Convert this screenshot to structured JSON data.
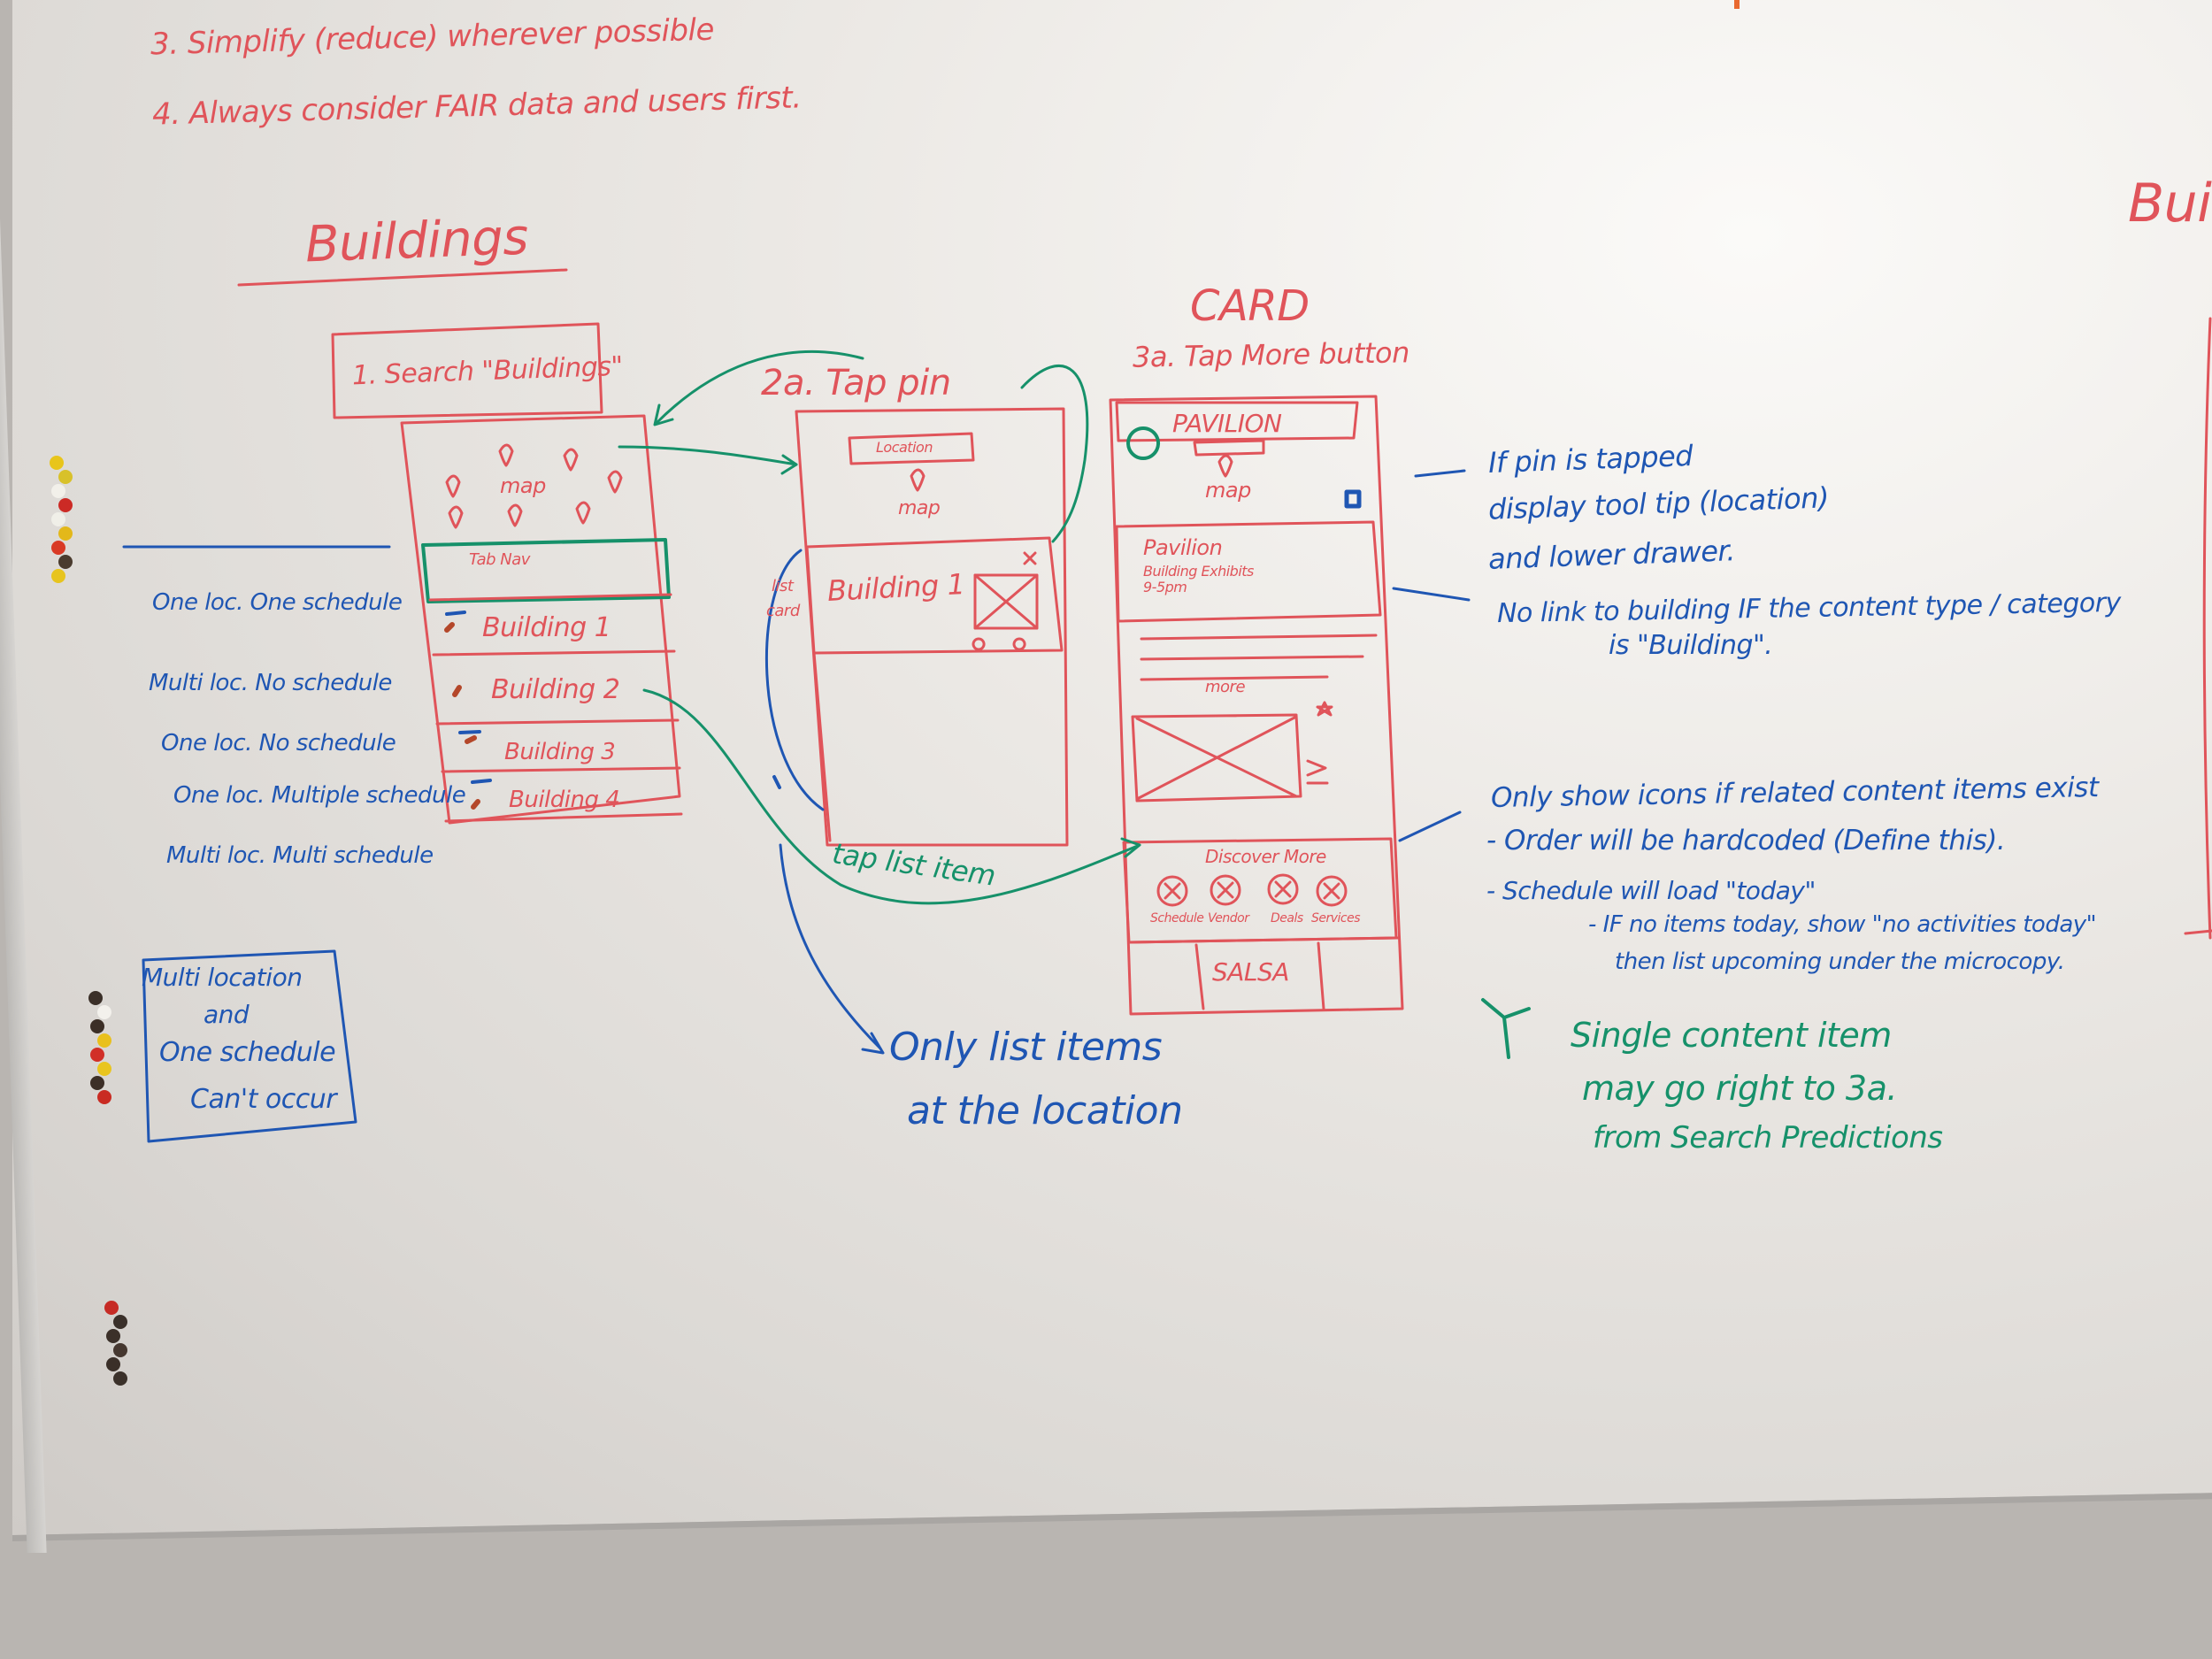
{
  "header": {
    "rule3": "3. Simplify (reduce) wherever possible",
    "rule4": "4. Always consider FAIR data and users first."
  },
  "section_title": "Buildings",
  "right_edge_title": "Buil",
  "step1": {
    "label": "1. Search \"Buildings\"",
    "map_label": "map",
    "tab_nav": "Tab Nav",
    "list": [
      "Building 1",
      "Building 2",
      "Building 3",
      "Building 4"
    ]
  },
  "case_labels": [
    "One loc. One schedule",
    "Multi loc. No schedule",
    "One loc. No schedule",
    "One loc. Multiple schedule",
    "Multi loc. Multi schedule"
  ],
  "note_box": [
    "Multi location",
    "and",
    "One schedule",
    "Can't occur"
  ],
  "step2": {
    "label": "2a. Tap pin",
    "tooltip": "Location",
    "map_label": "map",
    "side_label": [
      "list",
      "card"
    ],
    "card_title": "Building 1",
    "tap_list_item": "tap list item",
    "only_list": [
      "Only list items",
      "at the location"
    ]
  },
  "step3": {
    "heading": "CARD",
    "label": "3a. Tap More button",
    "header_title": "PAVILION",
    "map_label": "map",
    "detail_title": "Pavilion",
    "detail_lines": [
      "Building Exhibits",
      "9-5pm"
    ],
    "more_label": "more",
    "discover_more": "Discover More",
    "icon_labels": [
      "Schedule",
      "Vendor",
      "Deals",
      "Services"
    ],
    "footer_label": "SALSA"
  },
  "notes_right": {
    "pin_note": [
      "If pin is tapped",
      "display tool tip (location)",
      "and lower drawer."
    ],
    "link_note": [
      "No link to building IF the content type / category",
      "is \"Building\"."
    ],
    "icons_note": [
      "Only show icons if related content items exist",
      "- Order will be hardcoded (Define this).",
      "- Schedule will load \"today\"",
      "- IF no items today, show \"no activities today\"",
      "then list upcoming under the microcopy."
    ],
    "single_note": [
      "Single content item",
      "may go right to 3a.",
      "from Search Predictions"
    ]
  },
  "colors": {
    "red_marker": "#e0545a",
    "blue_marker": "#1f56b3",
    "green_marker": "#16916a",
    "orange_marker": "#e9682f"
  }
}
